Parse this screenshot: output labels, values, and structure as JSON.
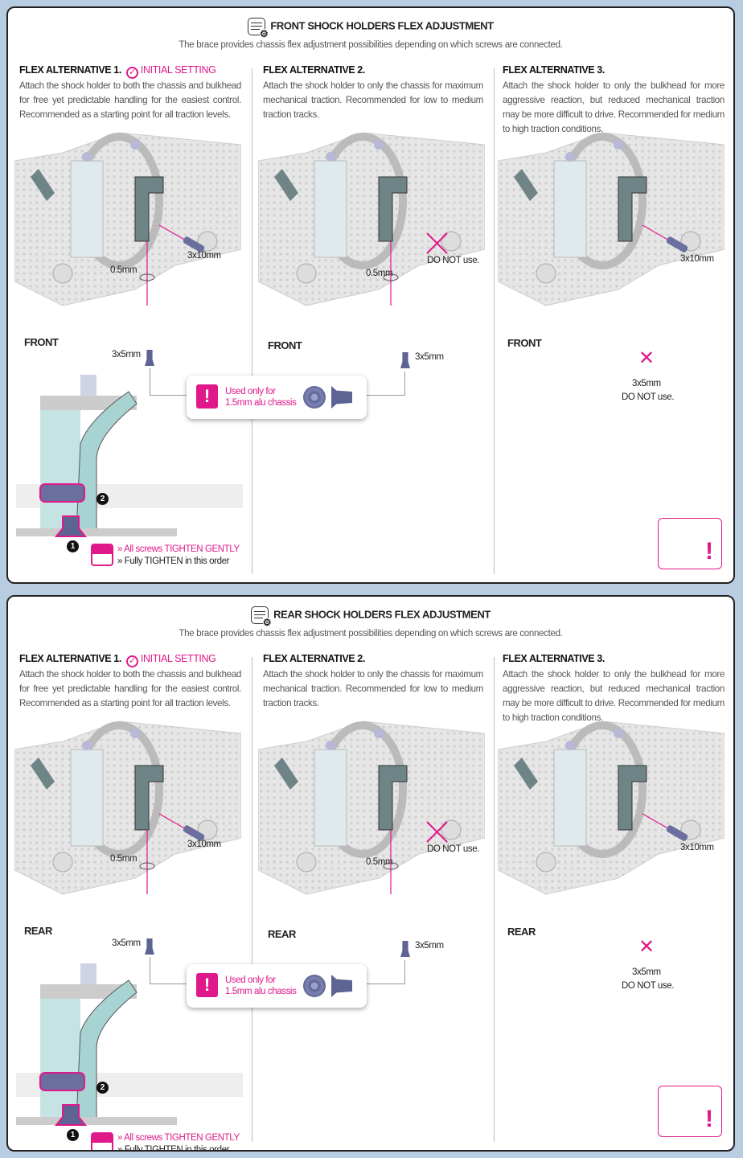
{
  "panels": [
    {
      "title": "FRONT SHOCK HOLDERS FLEX ADJUSTMENT",
      "subtitle": "The brace provides chassis flex adjustment possibilities depending on which screws are connected.",
      "direction_label": "FRONT",
      "alternatives": [
        {
          "heading": "FLEX ALTERNATIVE 1.",
          "badge": "INITIAL SETTING",
          "text": "Attach the shock holder to both the chassis and bulkhead for free yet predictable handling for the easiest control. Recommended as a starting point for all traction levels.",
          "washer": "0.5mm",
          "screw_top": "3x10mm",
          "screw_bottom": "3x5mm"
        },
        {
          "heading": "FLEX ALTERNATIVE 2.",
          "text": "Attach the shock holder to only the chassis for maximum mechanical traction. Recommended for low to medium traction tracks.",
          "washer": "0.5mm",
          "screw_top_note": "DO NOT use.",
          "screw_bottom": "3x5mm"
        },
        {
          "heading": "FLEX ALTERNATIVE 3.",
          "text": "Attach the shock holder to only the bulkhead for more aggressive reaction, but reduced mechanical traction may be more difficult to drive. Recommended for medium to high traction conditions.",
          "screw_top": "3x10mm",
          "screw_bottom": "3x5mm",
          "screw_bottom_note": "DO NOT use."
        }
      ],
      "callout": {
        "line1": "Used only for",
        "line2": "1.5mm alu chassis",
        "icon": "exclamation-icon"
      },
      "tighten": {
        "line1": "» All screws TIGHTEN GENTLY",
        "line2": "» Fully TIGHTEN in this order",
        "step1": "1",
        "step2": "2"
      },
      "warning_icon": "!"
    },
    {
      "title": "REAR SHOCK HOLDERS FLEX ADJUSTMENT",
      "subtitle": "The brace provides chassis flex adjustment possibilities depending on which screws are connected.",
      "direction_label": "REAR",
      "alternatives": [
        {
          "heading": "FLEX ALTERNATIVE 1.",
          "badge": "INITIAL SETTING",
          "text": "Attach the shock holder to both the chassis and bulkhead for free yet predictable handling for the easiest control. Recommended as a starting point for all traction levels.",
          "washer": "0.5mm",
          "screw_top": "3x10mm",
          "screw_bottom": "3x5mm"
        },
        {
          "heading": "FLEX ALTERNATIVE 2.",
          "text": "Attach the shock holder to only the chassis for maximum mechanical traction. Recommended for low to medium traction tracks.",
          "washer": "0.5mm",
          "screw_top_note": "DO NOT use.",
          "screw_bottom": "3x5mm"
        },
        {
          "heading": "FLEX ALTERNATIVE 3.",
          "text": "Attach the shock holder to only the bulkhead for more aggressive reaction, but reduced mechanical traction may be more difficult to drive. Recommended for medium to high traction conditions.",
          "screw_top": "3x10mm",
          "screw_bottom": "3x5mm",
          "screw_bottom_note": "DO NOT use."
        }
      ],
      "callout": {
        "line1": "Used only for",
        "line2": "1.5mm alu chassis",
        "icon": "exclamation-icon"
      },
      "tighten": {
        "line1": "» All screws TIGHTEN GENTLY",
        "line2": "» Fully TIGHTEN in this order",
        "step1": "1",
        "step2": "2"
      },
      "warning_icon": "!"
    }
  ],
  "colors": {
    "accent": "#e0198a",
    "background": "#b9cde2",
    "holder": "#8fa6a8"
  }
}
